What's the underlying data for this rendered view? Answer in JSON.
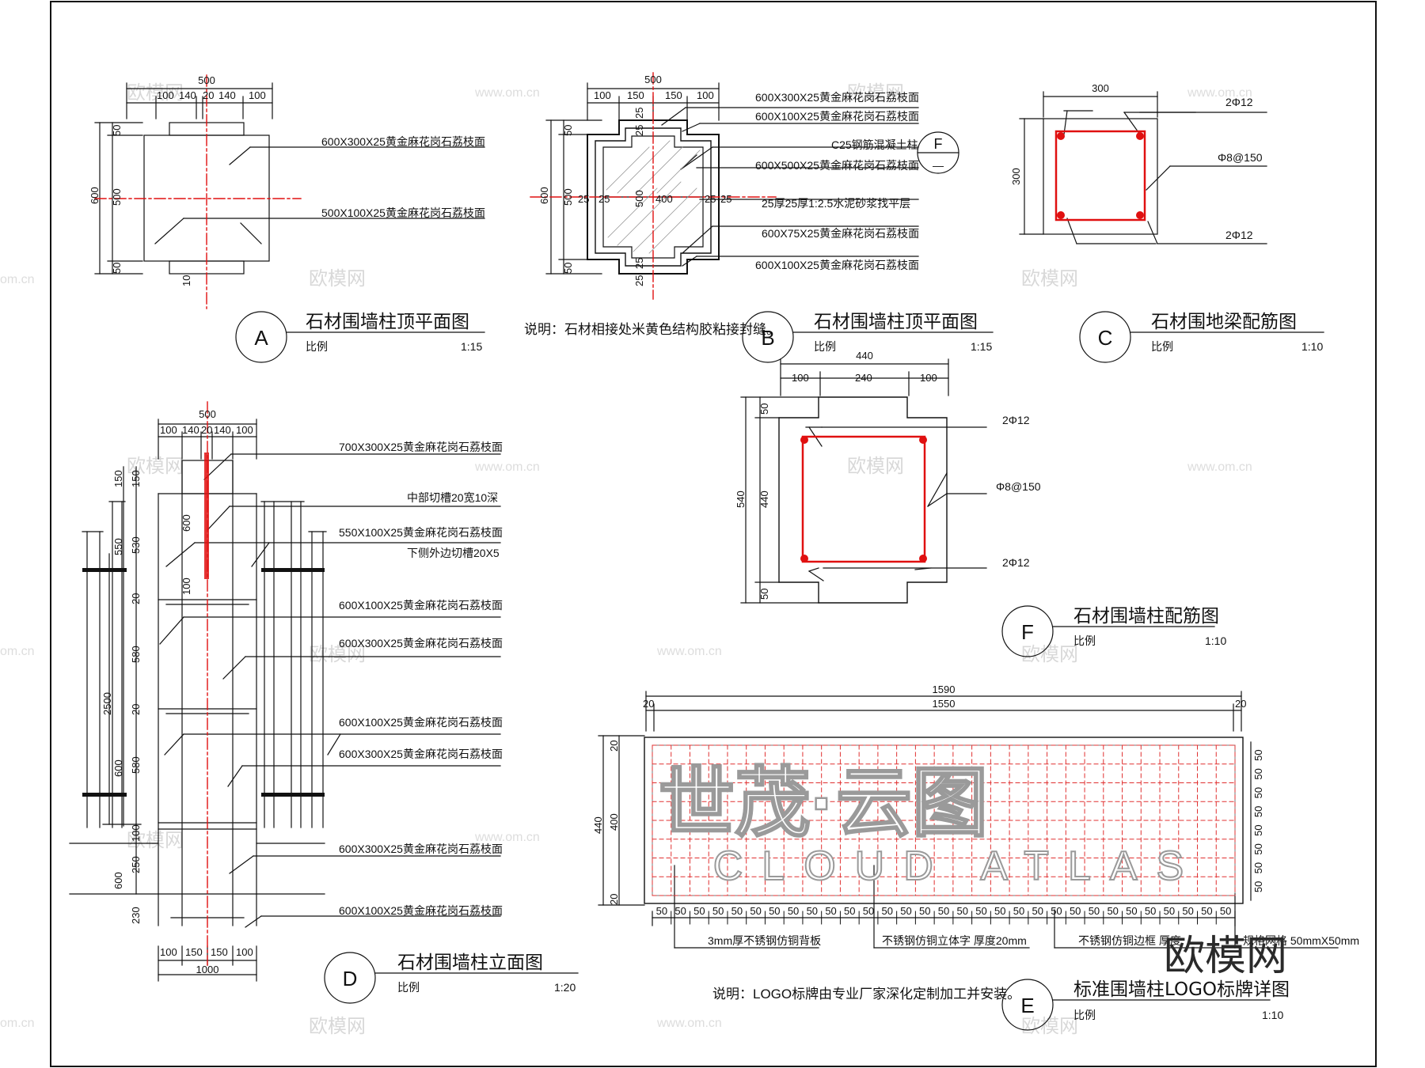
{
  "colors": {
    "line": "#111111",
    "rebar": "#e01010",
    "axis": "#e01010",
    "grid": "#e03030",
    "watermark": "#d8d8d8"
  },
  "watermark": {
    "cn": "欧模网",
    "url": "www.om.cn",
    "url_short": "om.cn",
    "logo": "欧模网"
  },
  "scale_label": "比例",
  "A": {
    "letter": "A",
    "title": "石材围墙柱顶平面图",
    "scale": "1:15",
    "top_total": "500",
    "top_parts": [
      "100",
      "140",
      "20",
      "140",
      "100"
    ],
    "left_total": "600",
    "left_parts": [
      "50",
      "500",
      "50"
    ],
    "slot": "10",
    "labels": [
      "600X300X25黄金麻花岗石荔枝面",
      "500X100X25黄金麻花岗石荔枝面"
    ]
  },
  "B": {
    "letter": "B",
    "title": "石材围墙柱顶平面图",
    "scale": "1:15",
    "top_total": "500",
    "top_parts": [
      "100",
      "150",
      "150",
      "100"
    ],
    "left_total": "600",
    "left_parts": [
      "50",
      "500",
      "50"
    ],
    "inner": {
      "w400": "400",
      "h500": "500",
      "d25": "25"
    },
    "section_letter": "F",
    "section_dash": "—",
    "labels": [
      "600X300X25黄金麻花岗石荔枝面",
      "600X100X25黄金麻花岗石荔枝面",
      "C25钢筋混凝土柱",
      "600X500X25黄金麻花岗石荔枝面",
      "25厚25厚1:2.5水泥砂浆找平层",
      "600X75X25黄金麻花岗石荔枝面",
      "600X100X25黄金麻花岗石荔枝面"
    ],
    "note": "说明：石材相接处米黄色结构胶粘接封缝。"
  },
  "C": {
    "letter": "C",
    "title": "石材围地梁配筋图",
    "scale": "1:10",
    "width": "300",
    "height": "300",
    "labels": [
      "2Φ12",
      "Φ8@150",
      "2Φ12"
    ]
  },
  "F": {
    "letter": "F",
    "title": "石材围墙柱配筋图",
    "scale": "1:10",
    "top_total": "440",
    "top_parts": [
      "100",
      "240",
      "100"
    ],
    "left_total": "540",
    "left_parts": [
      "50",
      "440",
      "50"
    ],
    "labels": [
      "2Φ12",
      "Φ8@150",
      "2Φ12"
    ]
  },
  "D": {
    "letter": "D",
    "title": "石材围墙柱立面图",
    "scale": "1:20",
    "top_total": "500",
    "top_parts": [
      "100",
      "140",
      "20",
      "140",
      "100"
    ],
    "bottom_total": "1000",
    "bottom_parts": [
      "100",
      "150",
      "150",
      "100"
    ],
    "left_dims": [
      "150",
      "550",
      "2500",
      "600",
      "600"
    ],
    "inner_dims": [
      "150",
      "530",
      "20",
      "580",
      "20",
      "580",
      "100",
      "250",
      "230"
    ],
    "center_dims": [
      "600",
      "100"
    ],
    "labels": [
      "700X300X25黄金麻花岗石荔枝面",
      "中部切槽20宽10深",
      "550X100X25黄金麻花岗石荔枝面",
      "下侧外边切槽20X5",
      "600X100X25黄金麻花岗石荔枝面",
      "600X300X25黄金麻花岗石荔枝面",
      "600X100X25黄金麻花岗石荔枝面",
      "600X300X25黄金麻花岗石荔枝面",
      "600X300X25黄金麻花岗石荔枝面",
      "600X100X25黄金麻花岗石荔枝面"
    ]
  },
  "E": {
    "letter": "E",
    "title": "标准围墙柱LOGO标牌详图",
    "scale": "1:10",
    "total": "1590",
    "inner": "1550",
    "edge": "20",
    "left_total": "440",
    "left_inner": "400",
    "right_dims": [
      "50",
      "50",
      "50",
      "50",
      "50",
      "50",
      "50",
      "50"
    ],
    "bottom_dims": [
      "50",
      "50",
      "50",
      "50",
      "50",
      "50",
      "50",
      "50",
      "50",
      "50",
      "50",
      "50",
      "50",
      "50",
      "50",
      "50",
      "50",
      "50",
      "50",
      "50",
      "50",
      "50",
      "50",
      "50",
      "50",
      "50",
      "50",
      "50",
      "50",
      "50",
      "50"
    ],
    "logo_cn": "世茂·云图",
    "logo_en": "CLOUD ATLAS",
    "labels": [
      "3mm厚不锈钢仿铜背板",
      "不锈钢仿铜立体字  厚度20mm",
      "不锈钢仿铜边框  厚度"
    ],
    "grid_note": "规格网格 50mmX50mm",
    "note": "说明：LOGO标牌由专业厂家深化定制加工并安装。"
  }
}
